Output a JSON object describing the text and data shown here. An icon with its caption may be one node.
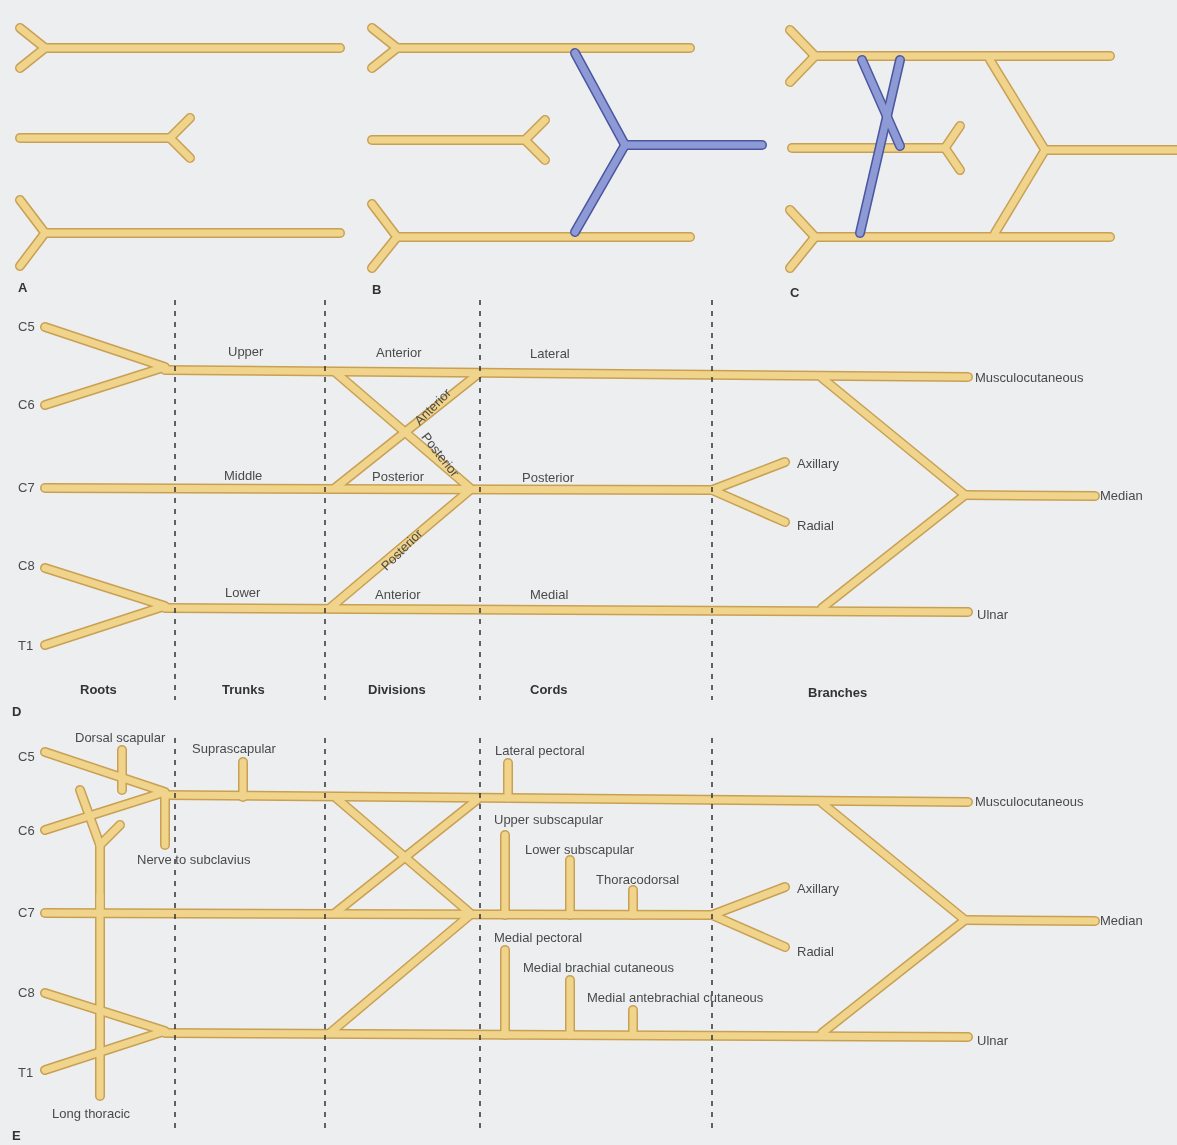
{
  "diagram": {
    "labels": [
      "A",
      "B",
      "C",
      "C5",
      "Upper",
      "Anterior",
      "Lateral",
      "Musculocutaneous",
      "C6",
      "Anterior",
      "Posterior",
      "C7",
      "Middle",
      "Posterior",
      "Posterior",
      "Axillary",
      "Median",
      "Radial",
      "Posterior",
      "C8",
      "Lower",
      "Anterior",
      "Medial",
      "Ulnar",
      "T1",
      "Roots",
      "Trunks",
      "Divisions",
      "Cords",
      "Branches",
      "D",
      "C5",
      "Dorsal scapular",
      "Suprascapular",
      "Lateral pectoral",
      "Musculocutaneous",
      "Upper subscapular",
      "C6",
      "Lower subscapular",
      "Nerve to subclavius",
      "Thoracodorsal",
      "Axillary",
      "C7",
      "Median",
      "Medial pectoral",
      "Radial",
      "Medial brachial cutaneous",
      "Medial antebrachial cutaneous",
      "C8",
      "Ulnar",
      "T1",
      "Long thoracic",
      "E"
    ]
  }
}
